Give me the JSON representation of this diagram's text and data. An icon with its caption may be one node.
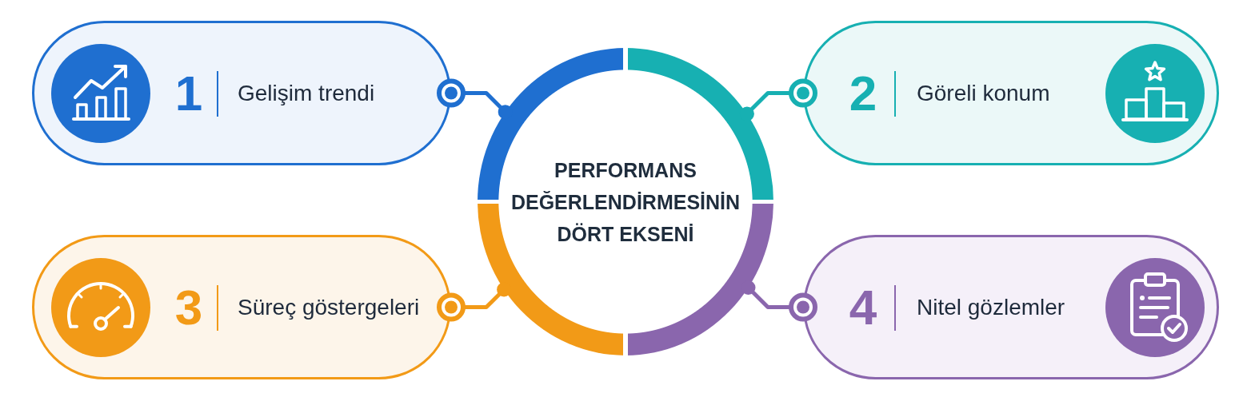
{
  "diagram": {
    "nodes": [
      {
        "text": [
          "PERFORMANS DEĞERLENDİRMESİNİN DÖRT EKSENİ"
        ]
      },
      {
        "text": [
          "1",
          "Gelişim trendi"
        ]
      },
      {
        "text": [
          "2",
          "Göreli konum"
        ]
      },
      {
        "text": [
          "3",
          "Süreç göstergeleri"
        ]
      },
      {
        "text": [
          "4",
          "Nitel gözlemler"
        ]
      }
    ],
    "edges": [
      {
        "from": 1,
        "to": 0,
        "arrow": "other",
        "color": "#1f6fd0"
      },
      {
        "from": 2,
        "to": 0,
        "arrow": "other",
        "color": "#17b0b2"
      },
      {
        "from": 3,
        "to": 0,
        "arrow": "other",
        "color": "#f29a17"
      },
      {
        "from": 4,
        "to": 0,
        "arrow": "other",
        "color": "#8a66ad"
      }
    ]
  }
}
